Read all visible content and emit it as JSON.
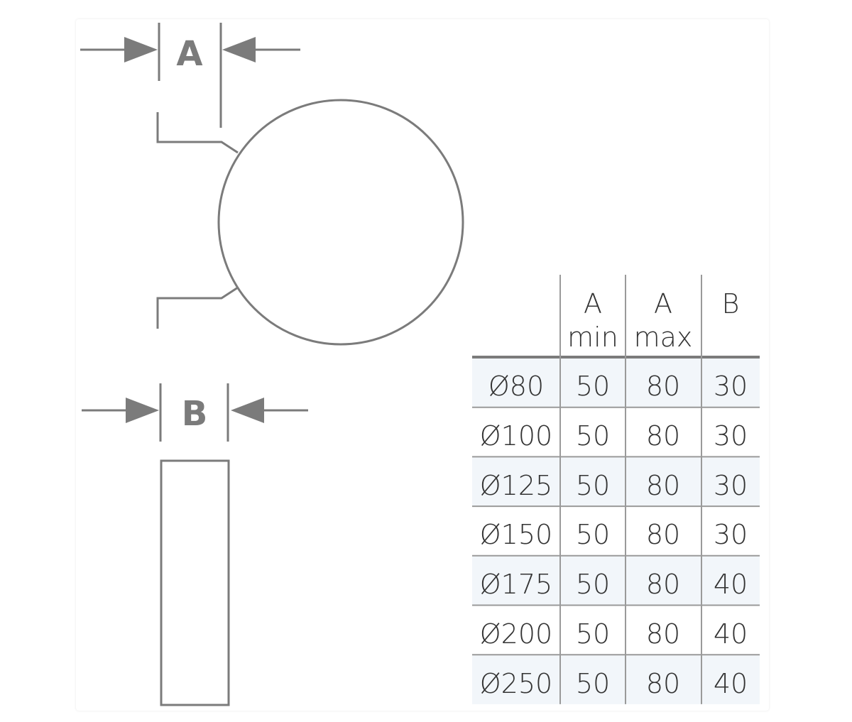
{
  "dimension_labels": {
    "a": "A",
    "b": "B"
  },
  "table": {
    "headers": [
      {
        "top": "A",
        "bottom": "min"
      },
      {
        "top": "A",
        "bottom": "max"
      },
      {
        "top": "B",
        "bottom": ""
      }
    ],
    "rows": [
      {
        "diameter": "Ø80",
        "a_min": "50",
        "a_max": "80",
        "b": "30"
      },
      {
        "diameter": "Ø100",
        "a_min": "50",
        "a_max": "80",
        "b": "30"
      },
      {
        "diameter": "Ø125",
        "a_min": "50",
        "a_max": "80",
        "b": "30"
      },
      {
        "diameter": "Ø150",
        "a_min": "50",
        "a_max": "80",
        "b": "30"
      },
      {
        "diameter": "Ø175",
        "a_min": "50",
        "a_max": "80",
        "b": "40"
      },
      {
        "diameter": "Ø200",
        "a_min": "50",
        "a_max": "80",
        "b": "40"
      },
      {
        "diameter": "Ø250",
        "a_min": "50",
        "a_max": "80",
        "b": "40"
      }
    ]
  },
  "colors": {
    "line": "#7b7b7b",
    "row_stripe": "#f2f6fa",
    "text": "#333333",
    "header_rule": "#7b7b7b"
  }
}
